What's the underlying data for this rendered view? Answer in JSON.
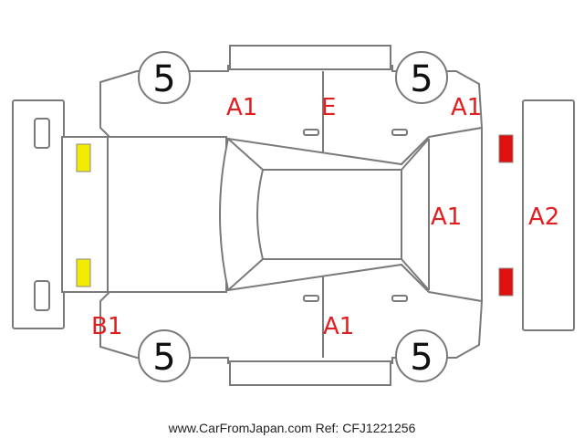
{
  "tires": {
    "front_left": "5",
    "rear_left": "5",
    "front_right": "5",
    "rear_right": "5"
  },
  "damage_codes": {
    "left_front_fender": "A1",
    "left_rear_door": "E",
    "left_rear_quarter": "A1",
    "rear_glass": "A1",
    "rear_bumper": "A2",
    "front_bumper_corner": "B1",
    "right_rear_door": "A1"
  },
  "markers": {
    "front_light_color": "#f2ea00",
    "rear_light_color": "#e01010"
  },
  "footer": "www.CarFromJapan.com Ref: CFJ1221256"
}
